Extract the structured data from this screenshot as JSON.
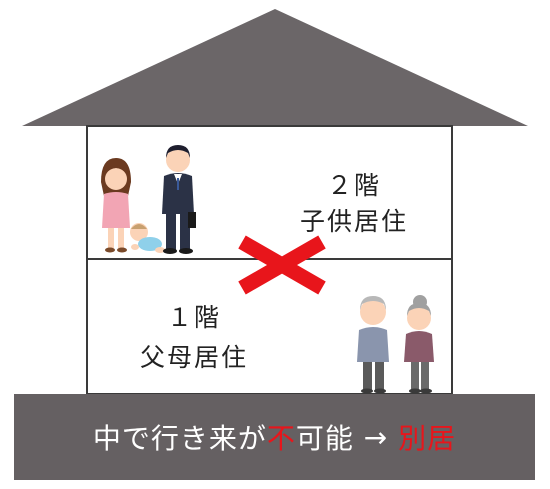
{
  "floor2": {
    "number_label": "２階",
    "description": "子供居住"
  },
  "floor1": {
    "number_label": "１階",
    "description": "父母居住"
  },
  "banner": {
    "text_before": "中で行き来が",
    "text_highlight": "不",
    "text_middle": "可能",
    "arrow": " → ",
    "text_result": "別居"
  },
  "colors": {
    "roof": "#6b6668",
    "wall_outline": "#3a3a3a",
    "banner_bg": "#656062",
    "cross": "#e8151b",
    "highlight": "#e8151b"
  },
  "icons": [
    "young-family-figures",
    "elderly-couple-figures",
    "red-cross-icon"
  ]
}
